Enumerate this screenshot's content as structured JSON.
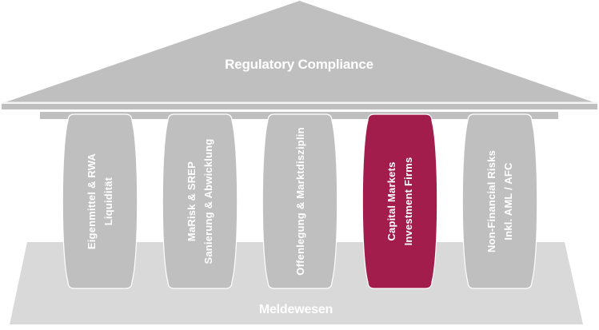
{
  "colors": {
    "structure_gray": "#bfbfbf",
    "base_gray": "#d9d9d9",
    "highlight_crimson": "#a21c4c",
    "edge_light": "#f5f5f5",
    "text_light": "#ffffff"
  },
  "pediment": {
    "title": "Regulatory Compliance"
  },
  "pillars": [
    {
      "id": "eigenmittel-rwa-liquiditaet",
      "lines": [
        "Eigenmittel & RWA",
        "Liquidität"
      ],
      "fill": "#bfbfbf",
      "highlighted": false
    },
    {
      "id": "marisk-srep-sanierung-abwicklung",
      "lines": [
        "MaRisk & SREP",
        "Sanierung & Abwicklung"
      ],
      "fill": "#bfbfbf",
      "highlighted": false
    },
    {
      "id": "offenlegung-marktdisziplin",
      "lines": [
        "Offenlegung & Marktdisziplin"
      ],
      "fill": "#bfbfbf",
      "highlighted": false
    },
    {
      "id": "capital-markets-investment-firms",
      "lines": [
        "Capital Markets",
        "Investment Firms"
      ],
      "fill": "#a21c4c",
      "highlighted": true
    },
    {
      "id": "non-financial-risks-aml-afc",
      "lines": [
        "Non-Financial Risks",
        "Inkl. AML / AFC"
      ],
      "fill": "#bfbfbf",
      "highlighted": false
    }
  ],
  "base": {
    "label": "Meldewesen"
  }
}
